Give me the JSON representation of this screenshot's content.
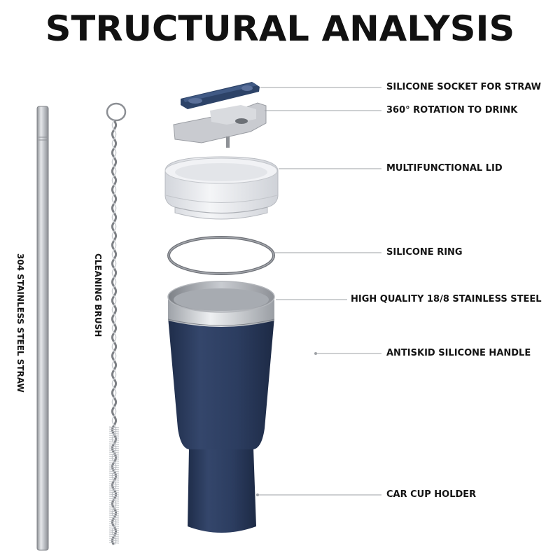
{
  "title": "STRUCTURAL ANALYSIS",
  "labels": {
    "socket": "SILICONE SOCKET FOR STRAW",
    "rotation": "360° ROTATION TO DRINK",
    "lid": "MULTIFUNCTIONAL LID",
    "ring": "SILICONE RING",
    "steel": "HIGH QUALITY 18/8 STAINLESS STEEL",
    "handle": "ANTISKID SILICONE HANDLE",
    "holder": "CAR CUP HOLDER",
    "straw": "304 STAINLESS STEEL STRAW",
    "brush": "CLEANING BRUSH"
  },
  "colors": {
    "tumbler": "#2c3d60",
    "socket": "#2d4368",
    "lid": "#e8eaef",
    "steel": "#b9bcc1",
    "text": "#141414"
  }
}
